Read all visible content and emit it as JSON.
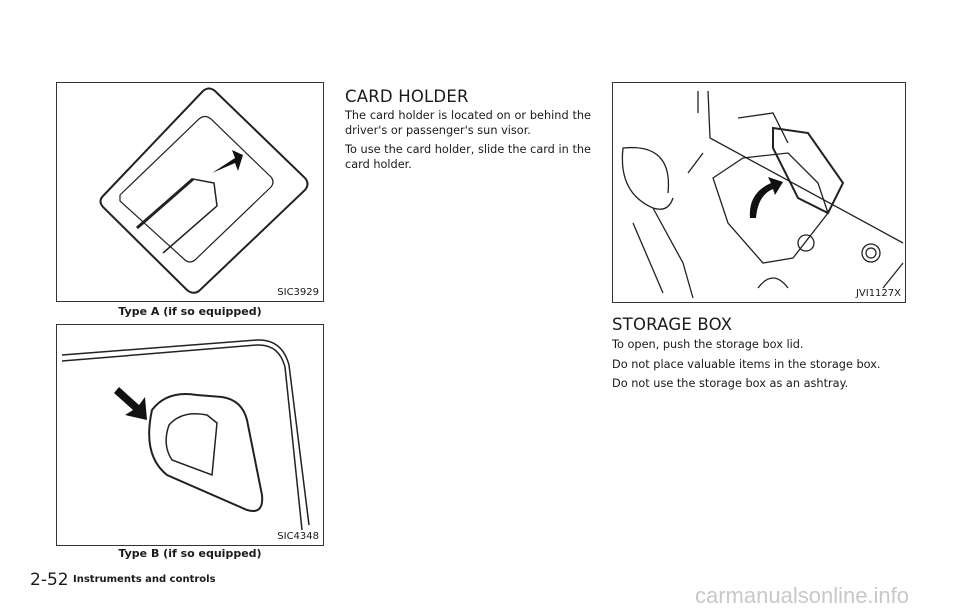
{
  "figures": [
    {
      "code": "SIC3929",
      "caption": "Type A (if so equipped)"
    },
    {
      "code": "SIC4348",
      "caption": "Type B (if so equipped)"
    },
    {
      "code": "JVI1127X"
    }
  ],
  "card_holder": {
    "heading": "CARD HOLDER",
    "paragraphs": [
      "The card holder is located on or behind the driver's or passenger's sun visor.",
      "To use the card holder, slide the card in the card holder."
    ]
  },
  "storage_box": {
    "heading": "STORAGE BOX",
    "paragraphs": [
      "To open, push the storage box lid.",
      "Do not place valuable items in the storage box.",
      "Do not use the storage box as an ashtray."
    ]
  },
  "footer": {
    "page_number": "2-52",
    "section": "Instruments and controls"
  },
  "watermark": "carmanualsonline.info"
}
